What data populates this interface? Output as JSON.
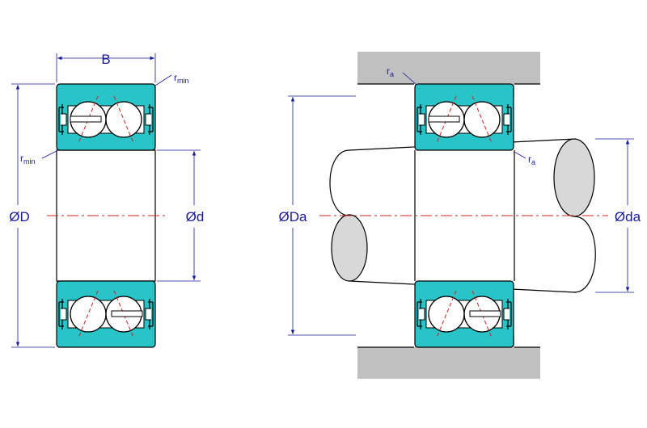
{
  "labels": {
    "B": "B",
    "D": "ØD",
    "d": "Ød",
    "Da": "ØDa",
    "da": "Øda",
    "r_letter": "r",
    "r_min_sub": "min",
    "r_a_sub": "a"
  },
  "colors": {
    "ring": "#29c4c8",
    "housing": "#c0c0c0",
    "shaft_end": "#d8d8d8",
    "dim_line": "#1a1a99",
    "center_line": "#cc2222",
    "outline": "#000000",
    "background": "#ffffff"
  }
}
